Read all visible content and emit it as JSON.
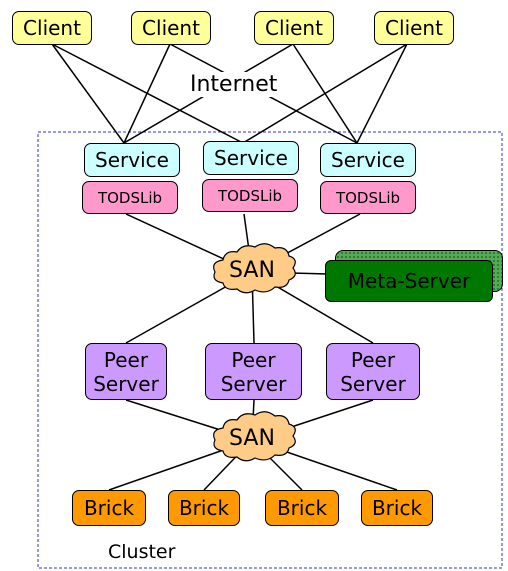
{
  "clients": [
    "Client",
    "Client",
    "Client",
    "Client"
  ],
  "internet_label": "Internet",
  "services": [
    "Service",
    "Service",
    "Service"
  ],
  "libs": [
    "TODSLib",
    "TODSLib",
    "TODSLib"
  ],
  "san_top": "SAN",
  "meta_server": "Meta-Server",
  "peers": [
    "Peer\nServer",
    "Peer\nServer",
    "Peer\nServer"
  ],
  "san_bottom": "SAN",
  "bricks": [
    "Brick",
    "Brick",
    "Brick",
    "Brick"
  ],
  "cluster_label": "Cluster",
  "colors": {
    "client": "#ffff99",
    "service": "#ccffff",
    "lib": "#ff99cc",
    "san": "#ffcc88",
    "meta": "#007700",
    "peer": "#cc99ff",
    "brick": "#ff9900",
    "cluster_border": "#3333cc"
  }
}
